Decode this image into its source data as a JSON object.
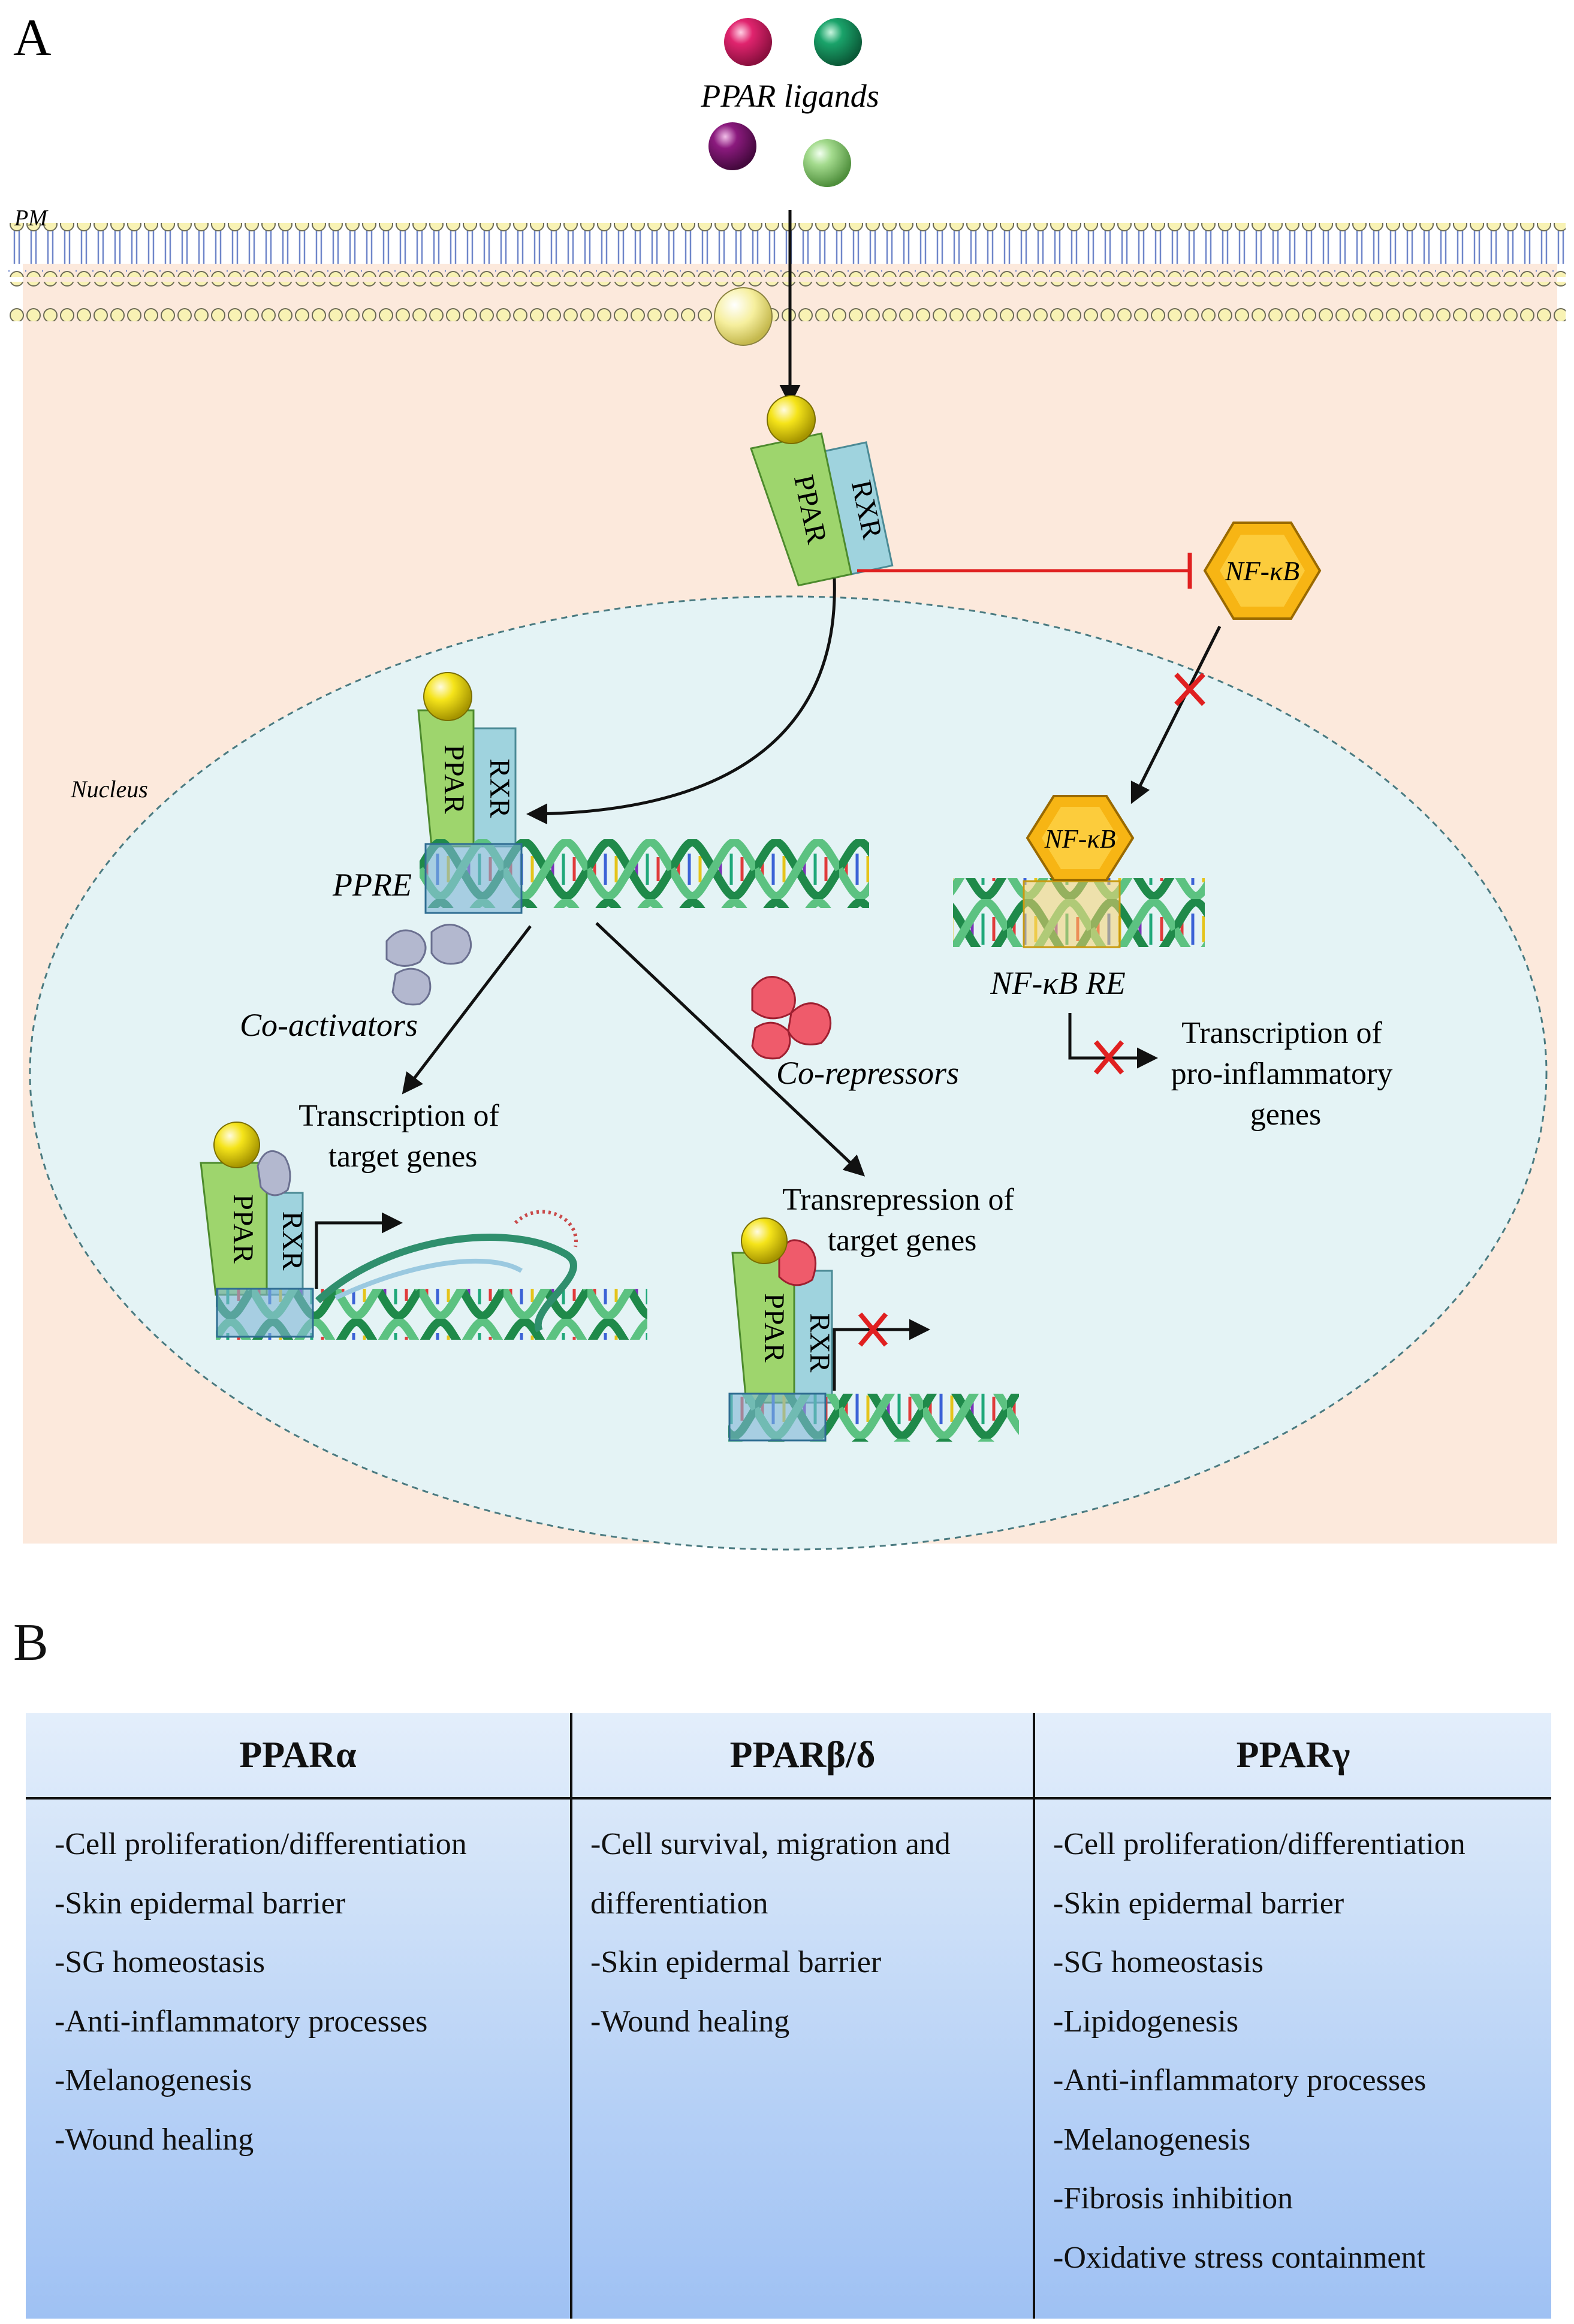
{
  "panel_a": {
    "letter": "A",
    "ligands_label": "PPAR ligands",
    "pm_label": "PM",
    "nucleus_label": "Nucleus",
    "ppar_label": "PPAR",
    "rxr_label": "RXR",
    "nfkb_label": "NF-κB",
    "ppre_label": "PPRE",
    "nfkb_re_label": "NF-κB RE",
    "coactivators_label": "Co-activators",
    "corepressors_label": "Co-repressors",
    "transcription_target": [
      "Transcription of",
      "target genes"
    ],
    "transrepression_target": [
      "Transrepression of",
      "target genes"
    ],
    "transcription_proinflammatory": [
      "Transcription of",
      "pro-inflammatory",
      "genes"
    ],
    "colors": {
      "ligand_pink": "#e0246e",
      "ligand_green": "#1aa36a",
      "ligand_purple": "#8b1a7e",
      "ligand_lightgreen": "#8fd07a",
      "cytoplasm": "#fce9dc",
      "nucleus": "#e4f3f5",
      "ppar_green": "#9ed56d",
      "rxr_blue": "#9fd3de",
      "nfkb_orange": "#f7b514",
      "inhibit_red": "#e02020"
    }
  },
  "panel_b": {
    "letter": "B",
    "columns": [
      {
        "header": "PPARα",
        "items": [
          "-Cell proliferation/differentiation",
          "-Skin epidermal barrier",
          "-SG homeostasis",
          "-Anti-inflammatory processes",
          "-Melanogenesis",
          "-Wound healing"
        ]
      },
      {
        "header": "PPARβ/δ",
        "items": [
          "-Cell survival, migration and",
          "differentiation",
          "-Skin epidermal barrier",
          "-Wound healing"
        ]
      },
      {
        "header": "PPARγ",
        "items": [
          "-Cell proliferation/differentiation",
          "-Skin epidermal barrier",
          "-SG homeostasis",
          "-Lipidogenesis",
          "-Anti-inflammatory processes",
          "-Melanogenesis",
          "-Fibrosis inhibition",
          "-Oxidative stress containment"
        ]
      }
    ]
  }
}
